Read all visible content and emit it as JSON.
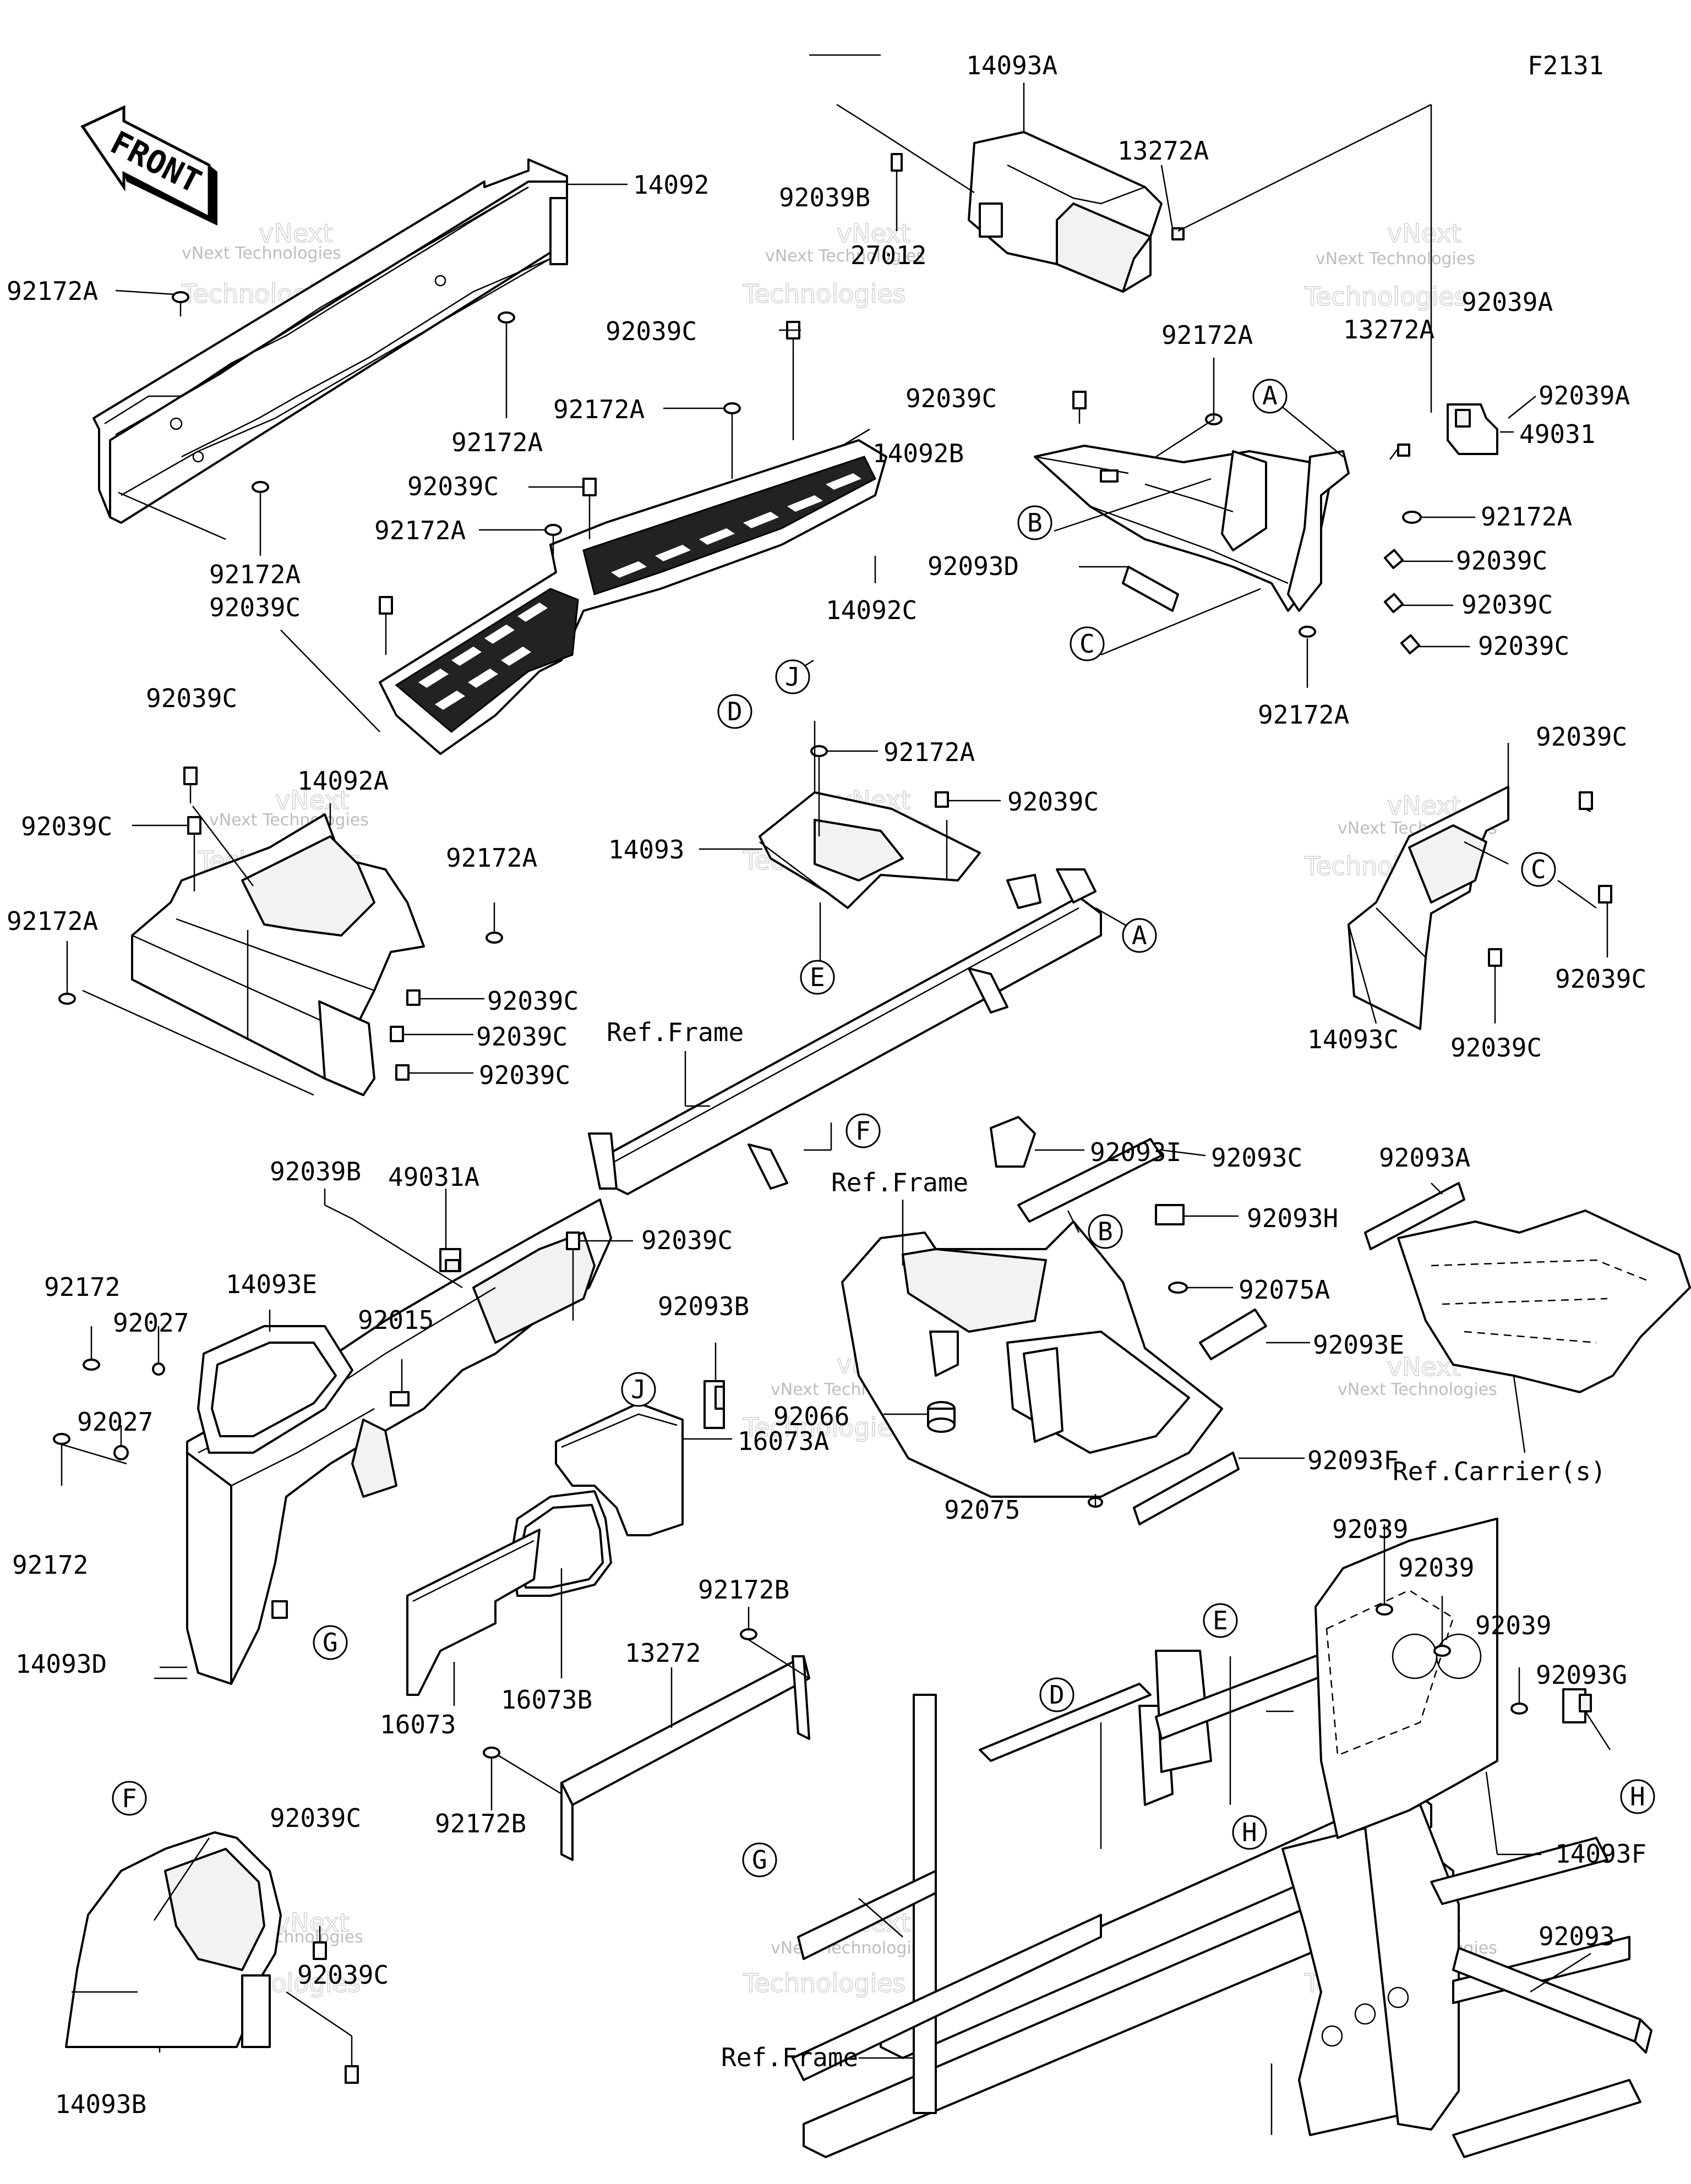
{
  "diagram_id": "F2131",
  "front_label": "FRONT",
  "watermark": {
    "line1": "vNext Technologies",
    "line2": "vNext",
    "line3": "Technologies"
  },
  "callouts": [
    "A",
    "B",
    "C",
    "D",
    "E",
    "F",
    "G",
    "H",
    "J"
  ],
  "labels": {
    "p14093A": "14093A",
    "p13272A_top": "13272A",
    "p92039B_top": "92039B",
    "p27012": "27012",
    "p14092": "14092",
    "p92172A_1": "92172A",
    "p92172A_2": "92172A",
    "p92172A_3": "92172A",
    "p92039C_mat1": "92039C",
    "p92172A_mat1": "92172A",
    "p92039C_mat2": "92039C",
    "p92172A_mat2": "92172A",
    "p92039C_mat3": "92039C",
    "p14092C": "14092C",
    "p92172A_r1": "92172A",
    "p92039C_r1": "92039C",
    "p14092B": "14092B",
    "p13272A_r": "13272A",
    "p92039A_1": "92039A",
    "p92039A_2": "92039A",
    "p49031": "49031",
    "p92172A_r2": "92172A",
    "p92039C_r2": "92039C",
    "p92039C_r3": "92039C",
    "p92039C_r4": "92039C",
    "p92093D": "92093D",
    "p92172A_r3": "92172A",
    "p92039C_l1": "92039C",
    "p14092A": "14092A",
    "p92039C_l2": "92039C",
    "p92172A_l1": "92172A",
    "p92172A_l2": "92172A",
    "p92039C_l3": "92039C",
    "p92039C_l4": "92039C",
    "p92039C_l5": "92039C",
    "p92172A_c1": "92172A",
    "p92039C_c1": "92039C",
    "p14093": "14093",
    "p92039C_cr1": "92039C",
    "p92039C_cr2": "92039C",
    "p92039C_cr3": "92039C",
    "p14093C": "14093C",
    "ref_frame_1": "Ref.Frame",
    "p92093I": "92093I",
    "p92093C": "92093C",
    "ref_frame_2": "Ref.Frame",
    "p92093H": "92093H",
    "p92075A": "92075A",
    "p92093E": "92093E",
    "p92066": "92066",
    "p92093F": "92093F",
    "p92075": "92075",
    "p92093A": "92093A",
    "ref_carrier": "Ref.Carrier(s)",
    "p92039B_mid": "92039B",
    "p49031A": "49031A",
    "p92039C_m1": "92039C",
    "p92172_1": "92172",
    "p14093E": "14093E",
    "p92027_1": "92027",
    "p92015": "92015",
    "p92093B": "92093B",
    "p92027_2": "92027",
    "p16073A": "16073A",
    "p92172_2": "92172",
    "p92172B_1": "92172B",
    "p14093D": "14093D",
    "p13272": "13272",
    "p16073B": "16073B",
    "p16073": "16073",
    "p92172B_2": "92172B",
    "p92039_1": "92039",
    "p92039_2": "92039",
    "p92039_3": "92039",
    "p92093G": "92093G",
    "p14093F": "14093F",
    "p92039C_b1": "92039C",
    "p92039C_b2": "92039C",
    "p14093B": "14093B",
    "p92093": "92093",
    "ref_frame_3": "Ref.Frame"
  }
}
